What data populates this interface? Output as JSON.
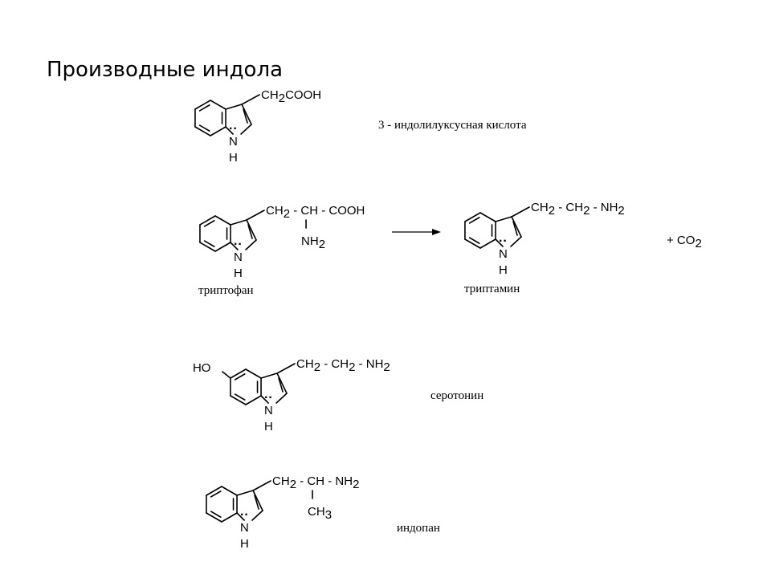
{
  "title": "Производные индола",
  "atoms": {
    "N": "N",
    "H": "H",
    "HO": "HO",
    "lone_pair": "··"
  },
  "compounds": [
    {
      "key": "iaa",
      "name": "3 - индолилуксусная кислота",
      "chain": [
        {
          "t": "CH"
        },
        {
          "t": "2",
          "sub": true
        },
        {
          "t": "COOH"
        }
      ]
    },
    {
      "key": "tryptophan",
      "name": "триптофан",
      "chain": [
        {
          "t": "CH"
        },
        {
          "t": "2",
          "sub": true
        },
        {
          "t": " - CH - COOH"
        }
      ],
      "branch": [
        {
          "t": "NH"
        },
        {
          "t": "2",
          "sub": true
        }
      ]
    },
    {
      "key": "tryptamine",
      "name": "триптамин",
      "chain": [
        {
          "t": "CH"
        },
        {
          "t": "2",
          "sub": true
        },
        {
          "t": " - CH"
        },
        {
          "t": "2",
          "sub": true
        },
        {
          "t": " -  NH"
        },
        {
          "t": "2",
          "sub": true
        }
      ]
    },
    {
      "key": "serotonin",
      "name": "серотонин",
      "chain": [
        {
          "t": "CH"
        },
        {
          "t": "2",
          "sub": true
        },
        {
          "t": " - CH"
        },
        {
          "t": "2",
          "sub": true
        },
        {
          "t": " -  NH"
        },
        {
          "t": "2",
          "sub": true
        }
      ]
    },
    {
      "key": "indopan",
      "name": "индопан",
      "chain": [
        {
          "t": "CH"
        },
        {
          "t": "2",
          "sub": true
        },
        {
          "t": " - CH - NH"
        },
        {
          "t": "2",
          "sub": true
        }
      ],
      "branch": [
        {
          "t": "CH"
        },
        {
          "t": "3",
          "sub": true
        }
      ]
    }
  ],
  "co2": [
    {
      "t": "+  CO"
    },
    {
      "t": "2",
      "sub": true
    }
  ]
}
